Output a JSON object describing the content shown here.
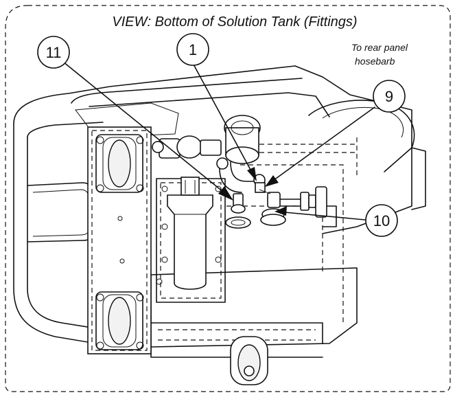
{
  "title": "VIEW:  Bottom of Solution Tank (Fittings)",
  "note": {
    "line1": "To rear panel",
    "line2": "hosebarb"
  },
  "callouts": [
    {
      "id": "c11",
      "label": "11"
    },
    {
      "id": "c1",
      "label": "1"
    },
    {
      "id": "c9",
      "label": "9"
    },
    {
      "id": "c10",
      "label": "10"
    }
  ]
}
